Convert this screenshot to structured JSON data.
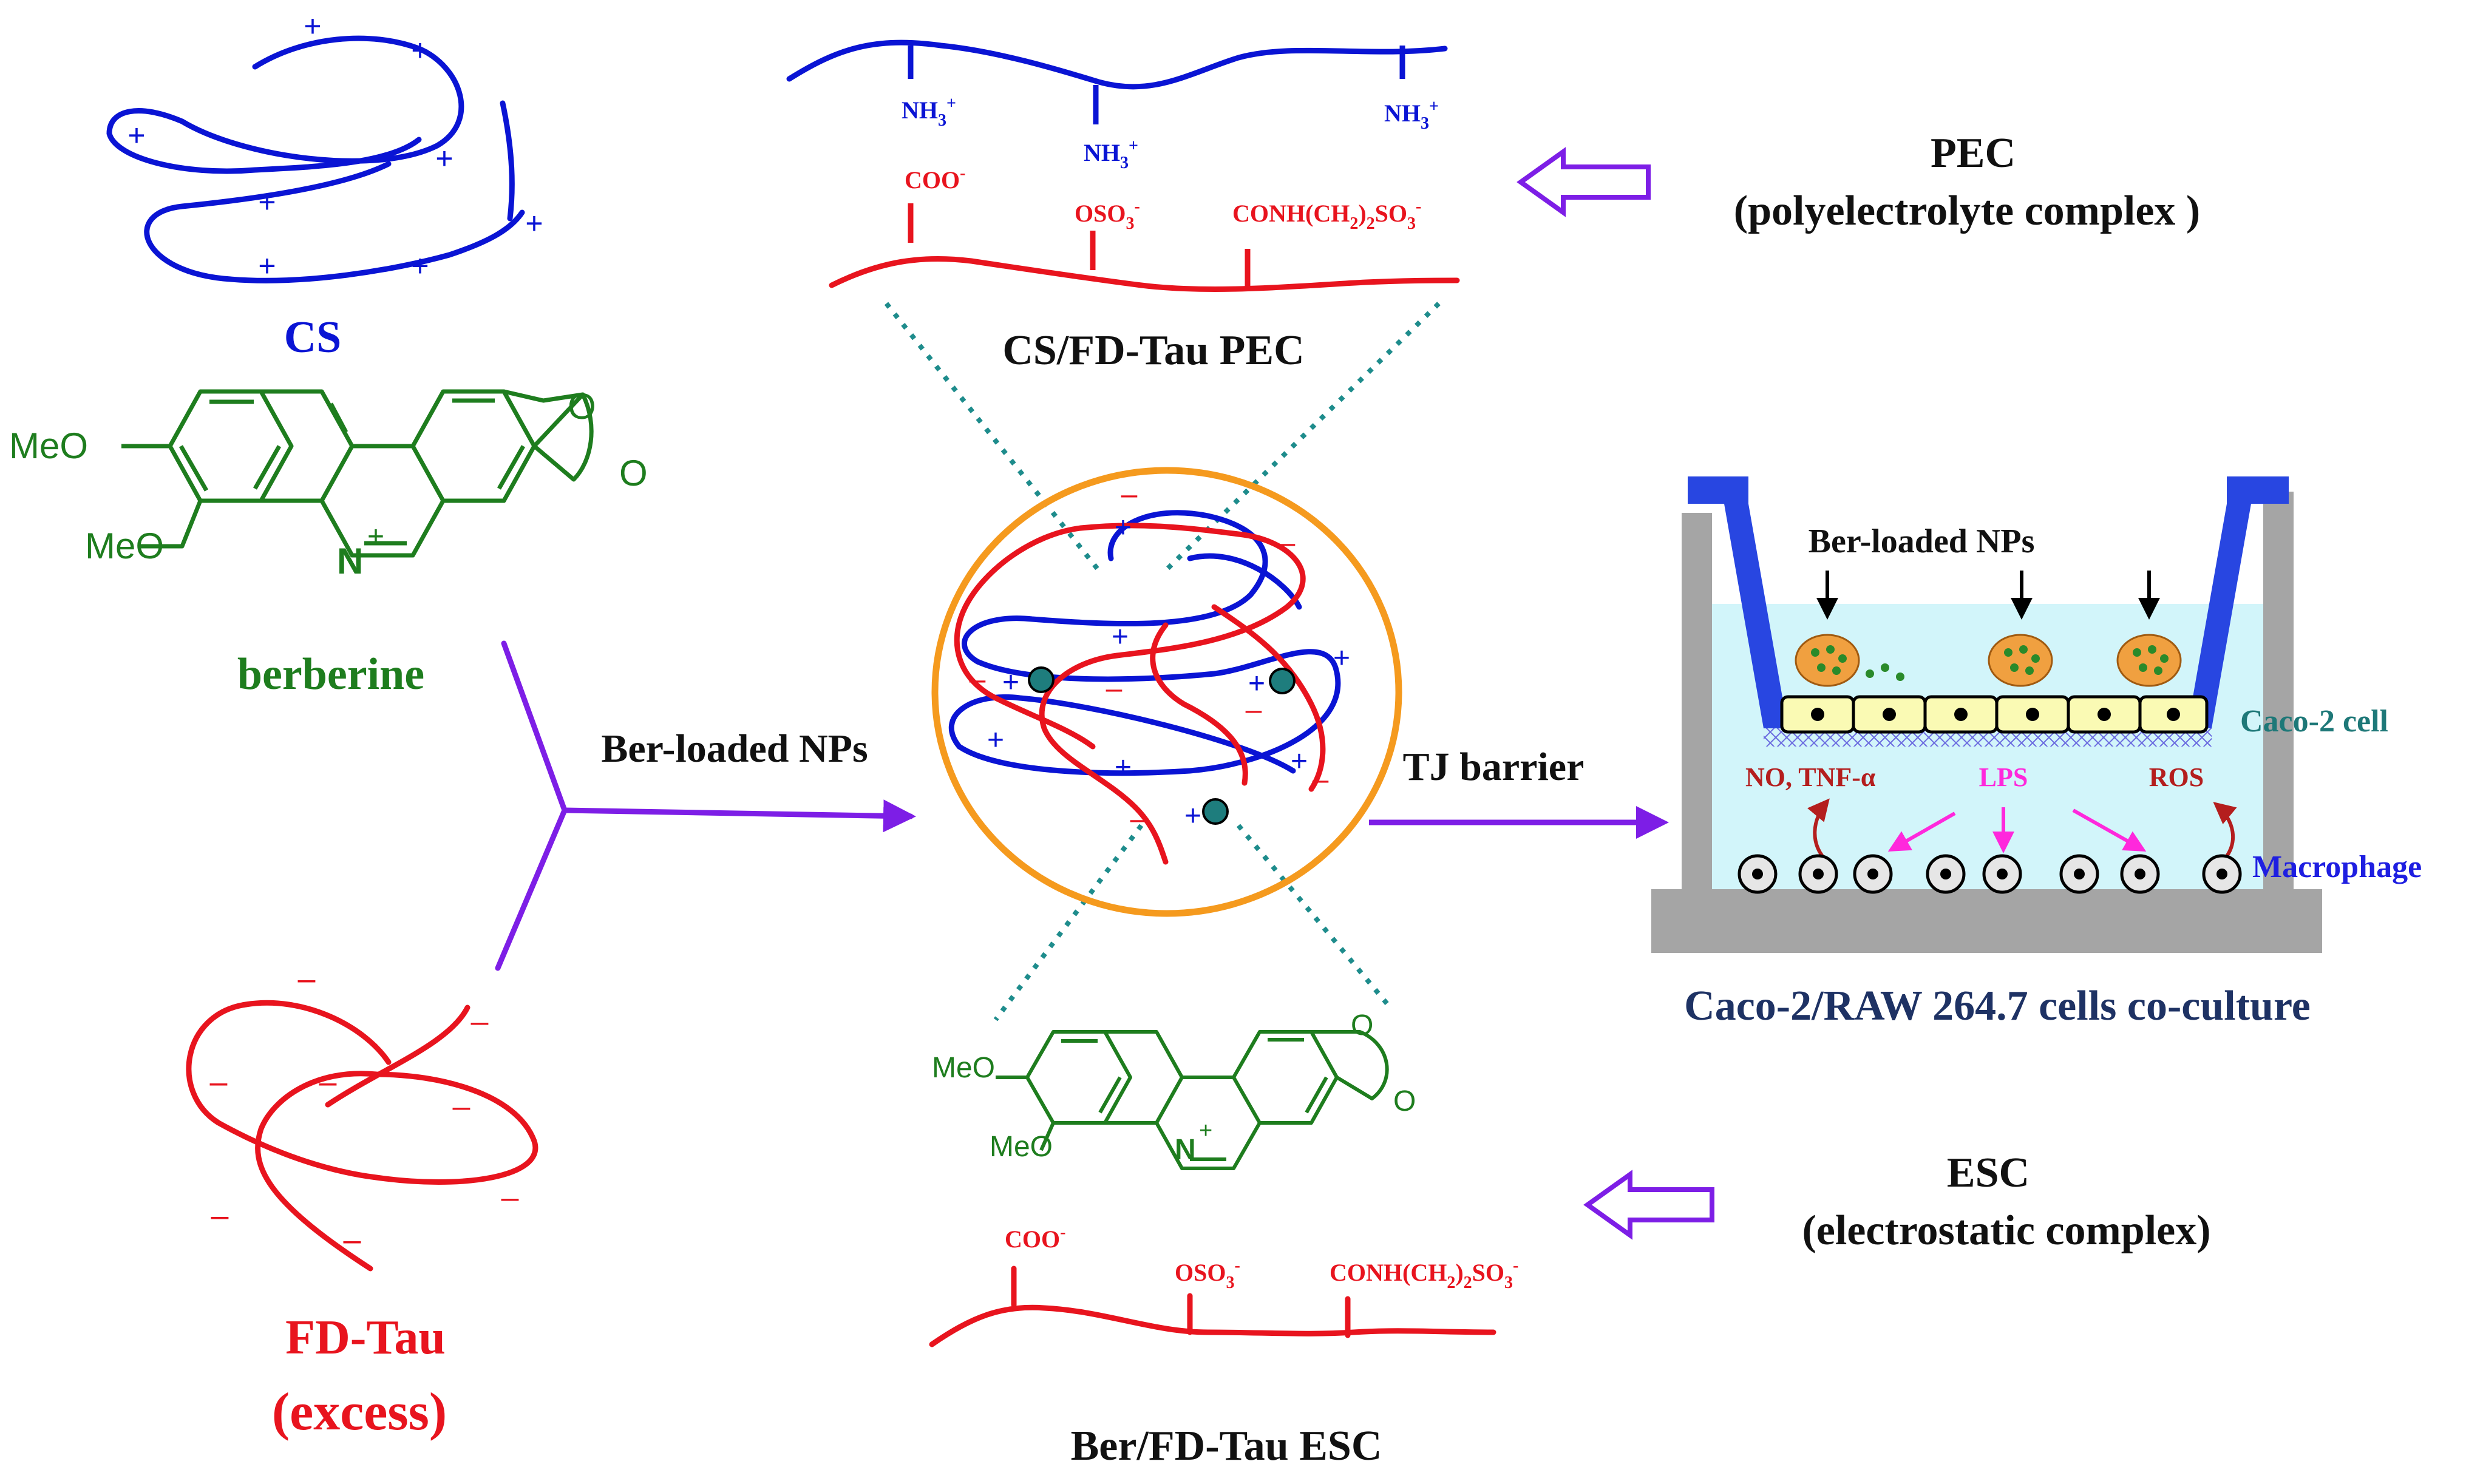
{
  "colors": {
    "cationic": "#0a14d4",
    "anionic": "#e8141e",
    "berberine": "#1e7d1e",
    "arrow": "#7d1ee6",
    "nanoparticle_ring": "#f59a1e",
    "crosslink_dots": "#1e7d7d",
    "well": "#a5a5a5",
    "insert": "#2846e1",
    "medium": "#d2f5fa",
    "cell": "#fafab4",
    "cocultureLabel": "#1e3264",
    "caco2Label": "#1e7878",
    "macrophageLabel": "#1e1ee1",
    "lps": "#ff28dc",
    "feedback": "#b41e1e"
  },
  "polymers": {
    "cs": {
      "name": "CS",
      "charge": "+"
    },
    "fdtau": {
      "name": "FD-Tau",
      "note": "(excess)",
      "charge": "–"
    }
  },
  "berberine_top": {
    "name": "berberine",
    "substituent_1": "MeO",
    "substituent_2": "MeO",
    "ring_n": "N",
    "n_charge": "+",
    "o1": "O",
    "o2": "O"
  },
  "berberine_bottom": {
    "substituent_1": "MeO",
    "substituent_2": "MeO",
    "ring_n": "N",
    "n_charge": "+",
    "o1": "O",
    "o2": "O"
  },
  "pec_panel": {
    "title": "CS/FD-Tau PEC",
    "amine": "NH",
    "amine_sub": "3",
    "amine_sup": "+",
    "carboxyl": "COO",
    "carboxyl_sup": "-",
    "sulfate": "OSO",
    "sulfate_sub": "3",
    "sulfate_sup": "-",
    "taurine_a": "CONH(CH",
    "taurine_sub1": "2",
    "taurine_b": ")",
    "taurine_sub2": "2",
    "taurine_c": "SO",
    "taurine_sub3": "3",
    "taurine_sup": "-"
  },
  "esc_panel": {
    "title": "Ber/FD-Tau ESC",
    "carboxyl": "COO",
    "carboxyl_sup": "-",
    "sulfate": "OSO",
    "sulfate_sub": "3",
    "sulfate_sup": "-",
    "taurine_a": "CONH(CH",
    "taurine_sub1": "2",
    "taurine_b": ")",
    "taurine_sub2": "2",
    "taurine_c": "SO",
    "taurine_sub3": "3",
    "taurine_sup": "-"
  },
  "complex_labels": {
    "pec_title": "PEC",
    "pec_subtitle": "(polyelectrolyte complex )",
    "esc_title": "ESC",
    "esc_subtitle": "(electrostatic complex)"
  },
  "arrows": {
    "to_np": "Ber-loaded NPs",
    "to_coculture": "TJ barrier"
  },
  "coculture": {
    "title": "Caco-2/RAW 264.7  cells co-culture",
    "np_label": "Ber-loaded NPs",
    "caco2": "Caco-2 cell",
    "macrophage": "Macrophage",
    "mediators": "NO, TNF-α",
    "lps": "LPS",
    "ros": "ROS"
  }
}
